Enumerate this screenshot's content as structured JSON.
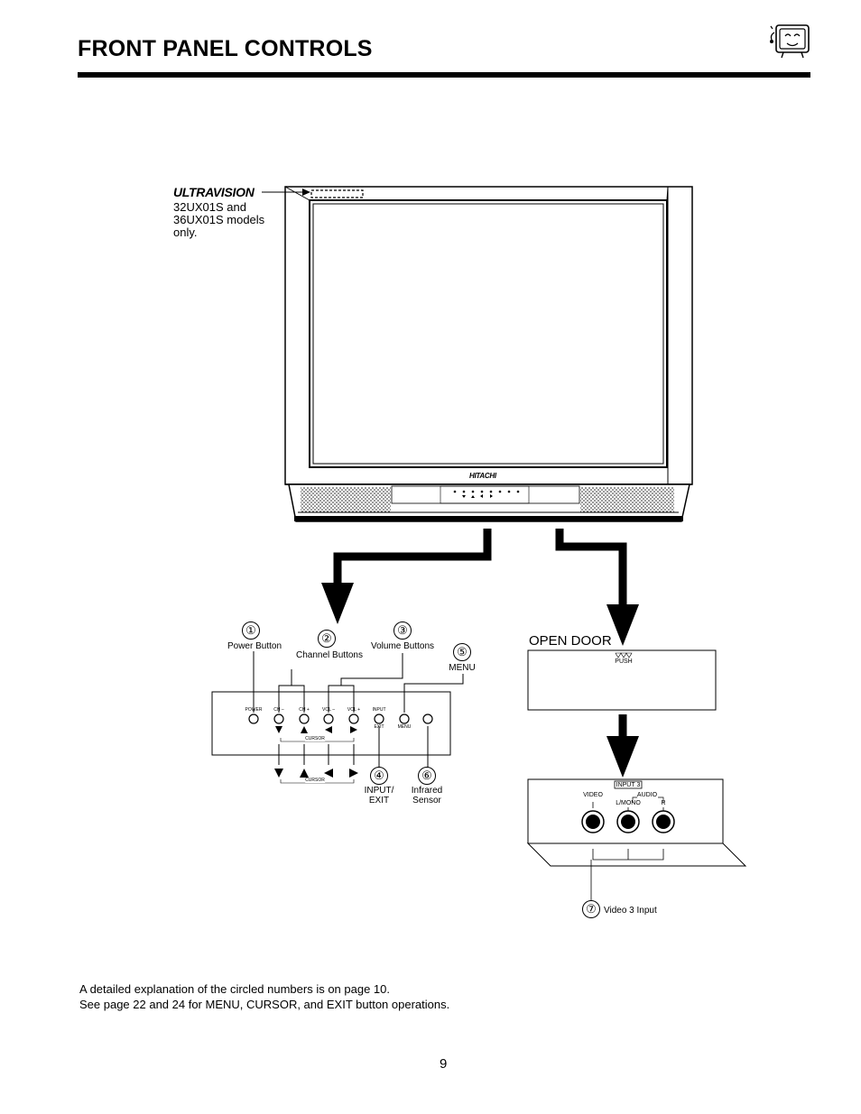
{
  "header": {
    "title": "FRONT PANEL CONTROLS",
    "icon": "tv-icon"
  },
  "ultravision": {
    "brand": "ULTRAVISION",
    "note": "32UX01S and 36UX01S models only."
  },
  "tv": {
    "logo": "HITACHI"
  },
  "controls": {
    "callouts": [
      {
        "number": "①",
        "label": "Power Button"
      },
      {
        "number": "②",
        "label": "Channel Buttons"
      },
      {
        "number": "③",
        "label": "Volume Buttons"
      },
      {
        "number": "④",
        "label": "INPUT/ EXIT"
      },
      {
        "number": "⑤",
        "label": "MENU"
      },
      {
        "number": "⑥",
        "label": "Infrared Sensor"
      }
    ],
    "panel_labels": {
      "power": "POWER",
      "ch_minus": "CH –",
      "ch_plus": "CH +",
      "vol_minus": "VOL –",
      "vol_plus": "VOL +",
      "input": "INPUT",
      "exit": "EXIT",
      "menu": "MENU",
      "cursor": "CURSOR"
    }
  },
  "door": {
    "title": "OPEN DOOR",
    "push": "PUSH"
  },
  "input_panel": {
    "group": "INPUT 3",
    "audio": "AUDIO",
    "video": "VIDEO",
    "l_mono": "L/MONO",
    "r": "R",
    "callout_number": "⑦",
    "callout_label": "Video 3 Input"
  },
  "footer": {
    "line1": "A detailed explanation of the circled numbers is on page 10.",
    "line2": "See page 22 and 24 for MENU, CURSOR, and EXIT button operations."
  },
  "page_number": "9"
}
